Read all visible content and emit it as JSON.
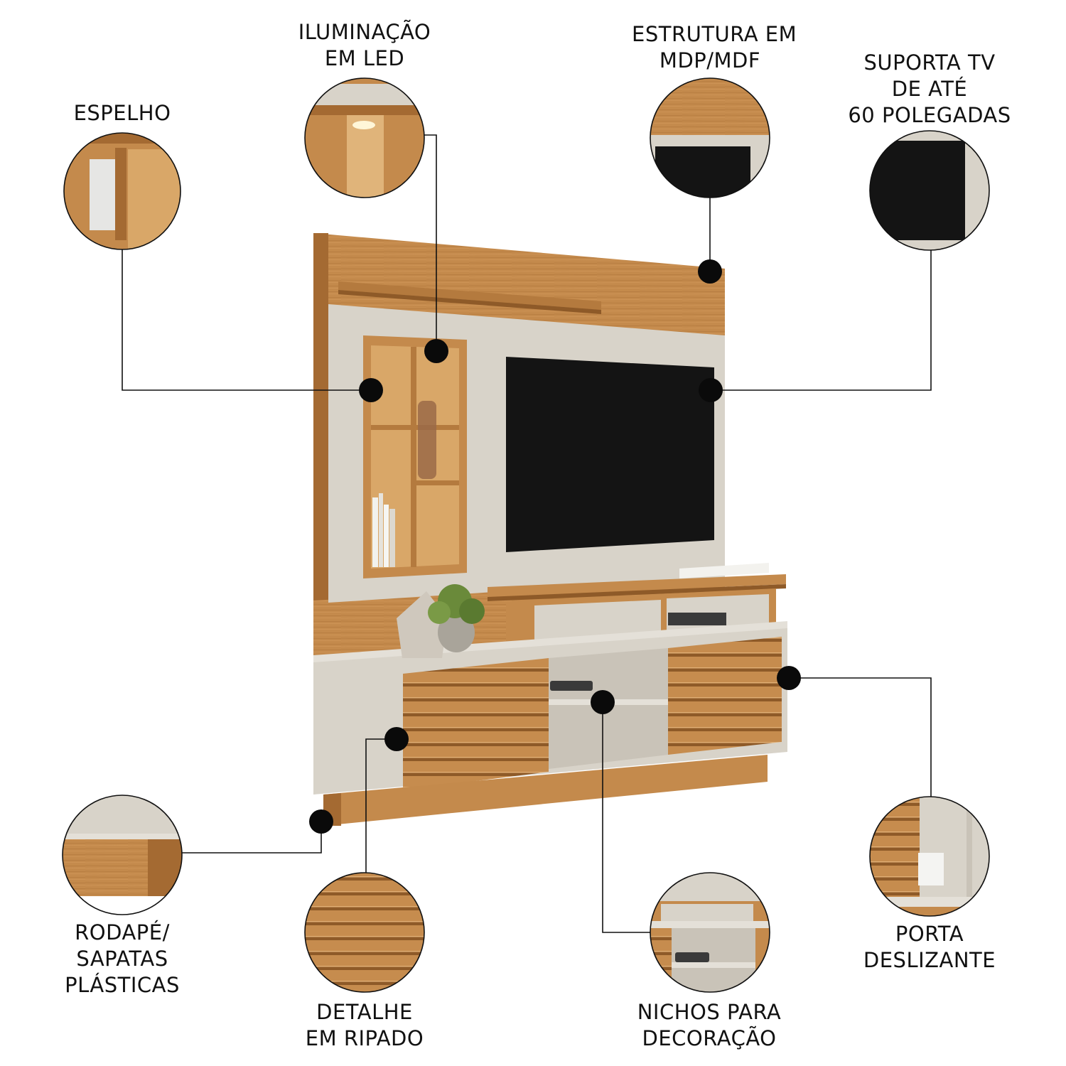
{
  "colors": {
    "wood": "#c48a4c",
    "wood_dark": "#a46a32",
    "panel_beige": "#d8d3c9",
    "tv_black": "#141414",
    "callout_line": "#111111",
    "text": "#111111"
  },
  "labels": {
    "iluminacao": [
      "ILUMINAÇÃO",
      "EM LED"
    ],
    "estrutura": [
      "ESTRUTURA EM",
      "MDP/MDF"
    ],
    "espelho": [
      "ESPELHO"
    ],
    "suporta_tv": [
      "SUPORTA TV",
      "DE ATÉ",
      "60 POLEGADAS"
    ],
    "rodape": [
      "RODAPÉ/",
      "SAPATAS",
      "PLÁSTICAS"
    ],
    "ripado": [
      "DETALHE",
      "EM RIPADO"
    ],
    "nichos": [
      "NICHOS PARA",
      "DECORAÇÃO"
    ],
    "porta": [
      "PORTA",
      "DESLIZANTE"
    ]
  }
}
